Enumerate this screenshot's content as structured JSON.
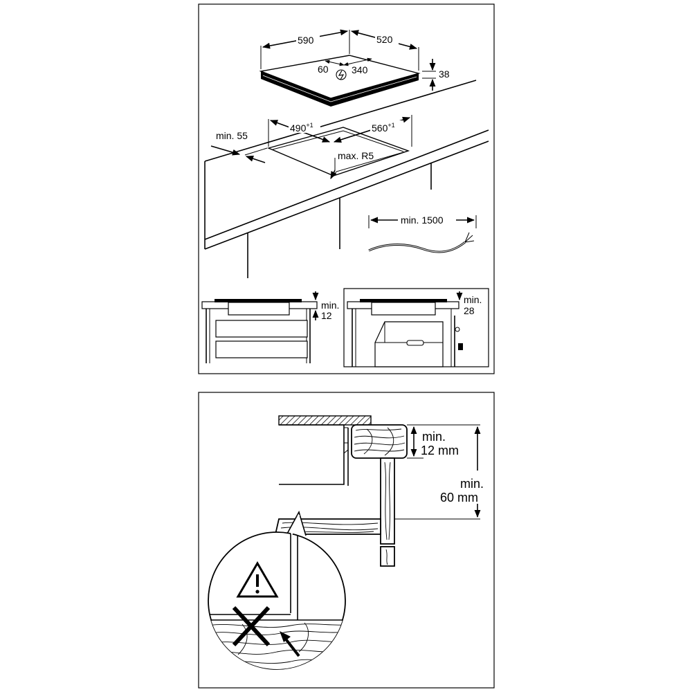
{
  "top_panel": {
    "hob": {
      "width": "590",
      "depth": "520",
      "box_depth": "38",
      "offset": "60",
      "cable_pos": "340"
    },
    "cutout": {
      "width": "490",
      "width_tol": "+1",
      "depth": "560",
      "depth_tol": "+1",
      "radius": "max. R5",
      "edge": "min. 55"
    },
    "cable": "min. 1500",
    "drawer_left": {
      "line1": "min.",
      "line2": "12"
    },
    "oven_right": {
      "line1": "min.",
      "line2": "28"
    }
  },
  "bottom_panel": {
    "worktop": {
      "line1": "min.",
      "line2": "12 mm"
    },
    "gap": {
      "line1": "min.",
      "line2": "60 mm"
    },
    "warning_icon": "warning-triangle-icon",
    "cross_icon": "prohibited-cross-icon"
  }
}
